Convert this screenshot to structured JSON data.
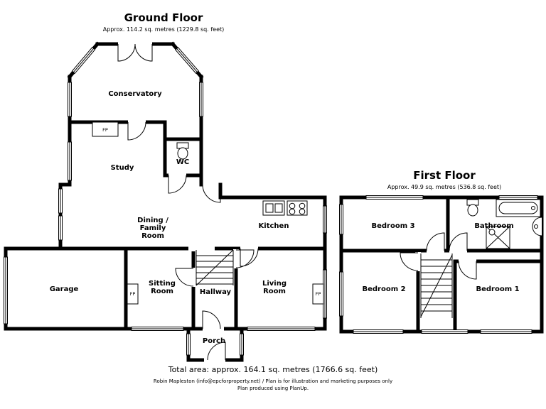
{
  "ground_floor": {
    "title": "Ground Floor",
    "subtitle": "Approx. 114.2 sq. metres (1229.8 sq. feet)",
    "rooms": {
      "conservatory": "Conservatory",
      "study": "Study",
      "wc": "WC",
      "dining_lines": [
        "Dining /",
        "Family",
        "Room"
      ],
      "kitchen": "Kitchen",
      "garage": "Garage",
      "sitting_lines": [
        "Sitting",
        "Room"
      ],
      "hallway": "Hallway",
      "living_lines": [
        "Living",
        "Room"
      ],
      "porch": "Porch"
    },
    "fireplace_label": "FP"
  },
  "first_floor": {
    "title": "First Floor",
    "subtitle": "Approx. 49.9 sq. metres (536.8 sq. feet)",
    "rooms": {
      "bedroom3": "Bedroom 3",
      "bathroom": "Bathroom",
      "bedroom2": "Bedroom 2",
      "bedroom1": "Bedroom 1"
    }
  },
  "footer": {
    "total_area": "Total area: approx. 164.1 sq. metres (1766.6 sq. feet)",
    "credit": "Robin Mapleston (info@epcforproperty.net) / Plan is for illustration and marketing purposes only",
    "produced_by": "Plan produced using PlanUp."
  },
  "colors": {
    "wall": "#000000",
    "background": "#ffffff",
    "text": "#000000"
  }
}
